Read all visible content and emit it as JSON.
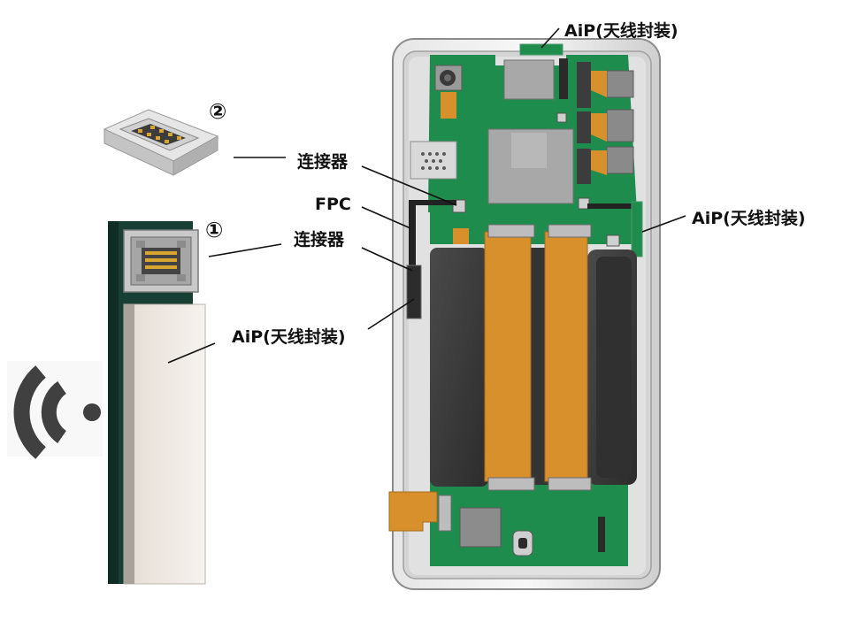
{
  "labels": {
    "aip_top": "AiP(天线封装)",
    "aip_right": "AiP(天线封装)",
    "aip_module": "AiP(天线封装)",
    "connector_upper": "连接器",
    "fpc": "FPC",
    "connector_lower": "连接器"
  },
  "markers": {
    "one": "①",
    "two": "②"
  },
  "colors": {
    "pcb_green": "#1e8c4c",
    "fpc_orange": "#d8902c",
    "battery_dark": "#3a3a3a",
    "chip_gray": "#a8a8a8",
    "frame_silver": "#c8c8c8",
    "module_dark_green": "#173f34",
    "antenna_cream": "#f0ebe4",
    "wifi_icon": "#404040"
  },
  "icons": {
    "wifi": "wifi-signal-icon"
  }
}
